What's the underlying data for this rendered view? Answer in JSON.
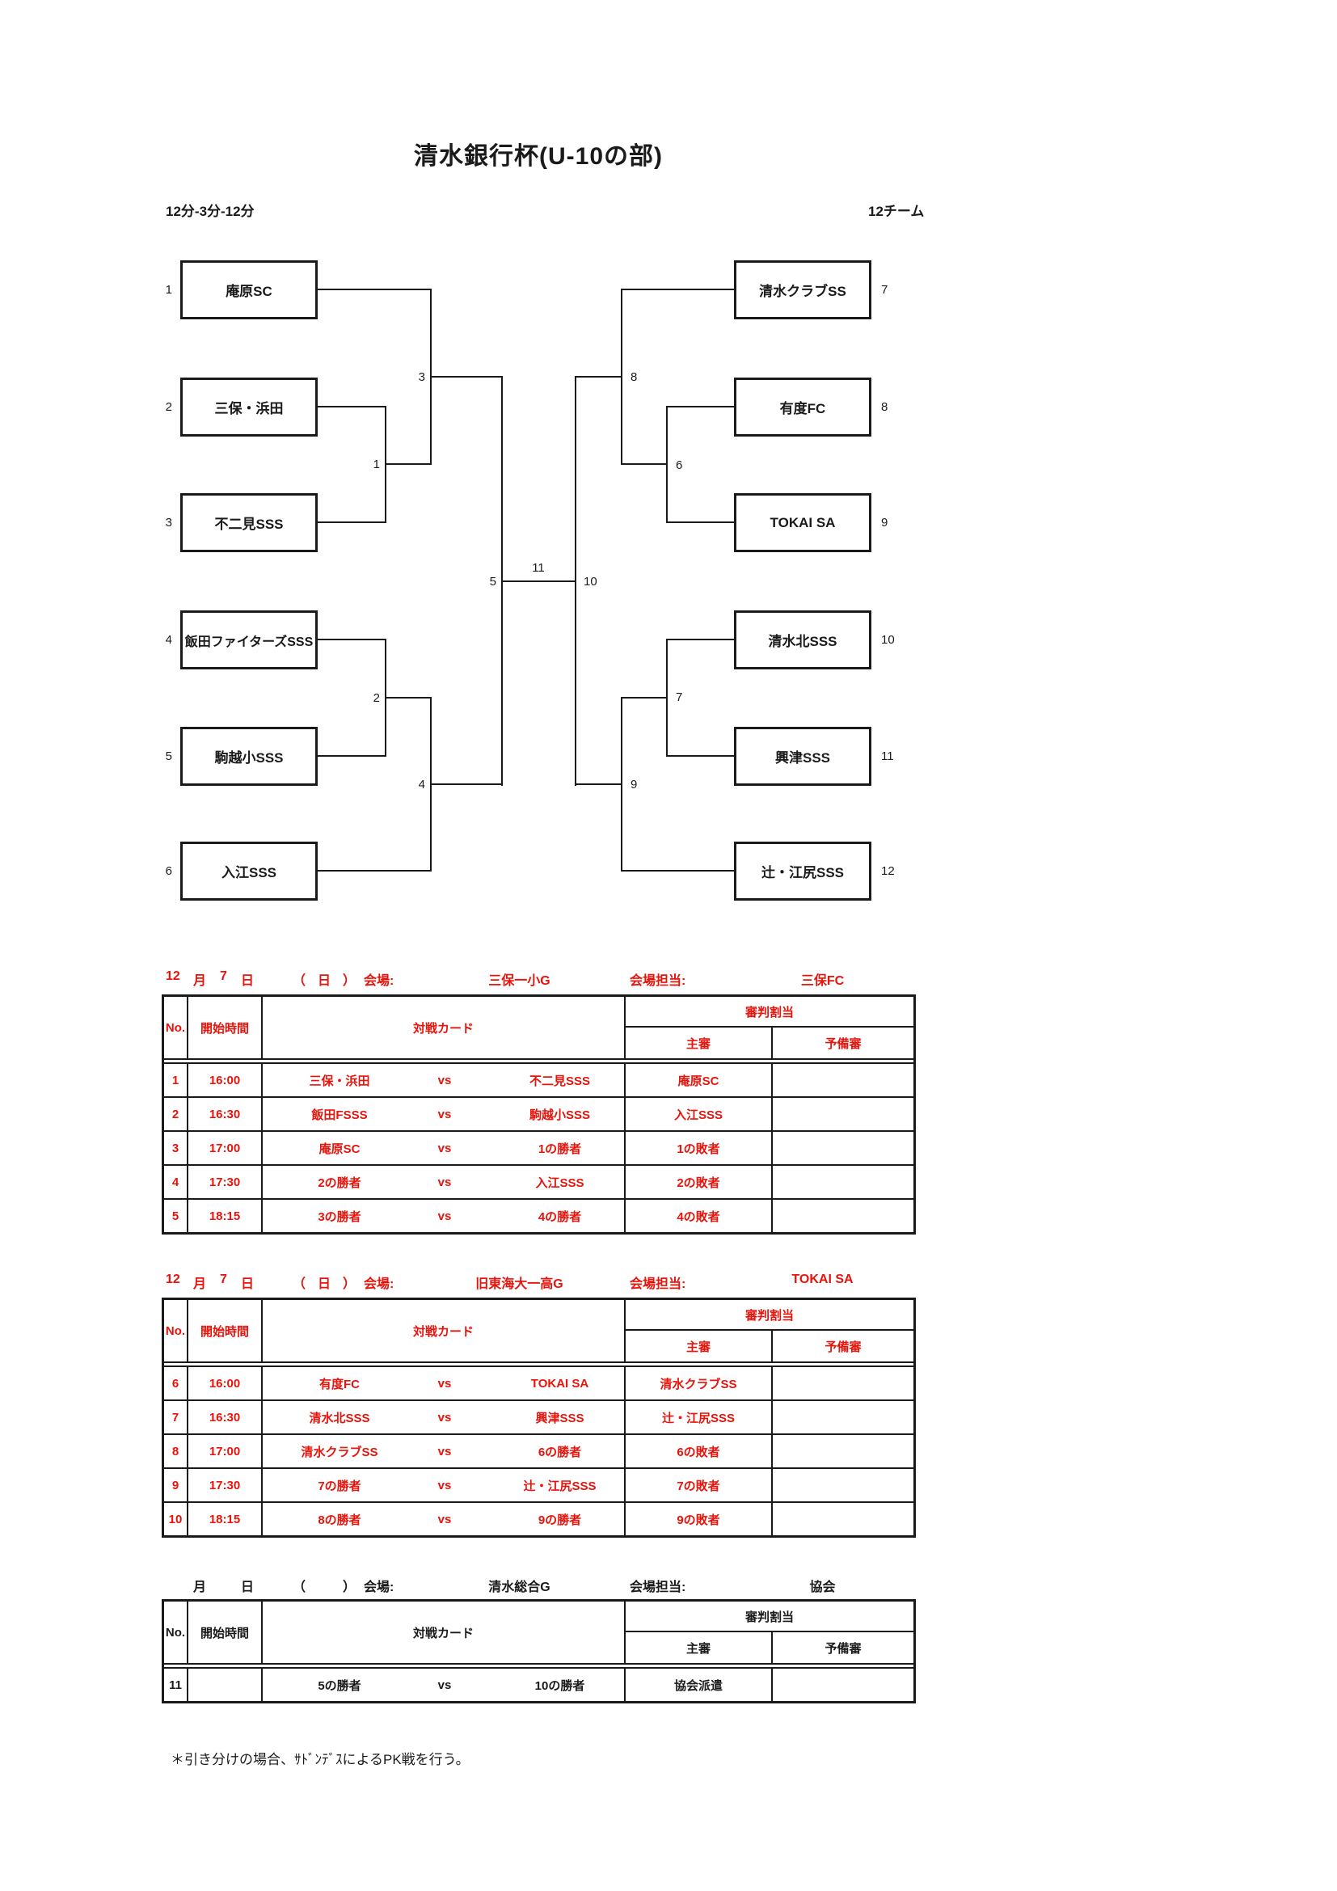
{
  "colors": {
    "accent_red": "#e8130b",
    "ink": "#1a1a1a"
  },
  "page": {
    "title": "清水銀行杯(U-10の部)",
    "match_format": "12分-3分-12分",
    "team_count": "12チーム",
    "footer_note": "＊引き分けの場合、ｻﾄﾞﾝﾃﾞｽによるPK戦を行う。"
  },
  "bracket": {
    "left_teams": [
      {
        "seed": "1",
        "name": "庵原SC"
      },
      {
        "seed": "2",
        "name": "三保・浜田"
      },
      {
        "seed": "3",
        "name": "不二見SSS"
      },
      {
        "seed": "4",
        "name": "飯田ファイターズSSS"
      },
      {
        "seed": "5",
        "name": "駒越小SSS"
      },
      {
        "seed": "6",
        "name": "入江SSS"
      }
    ],
    "right_teams": [
      {
        "seed": "7",
        "name": "清水クラブSS"
      },
      {
        "seed": "8",
        "name": "有度FC"
      },
      {
        "seed": "9",
        "name": "TOKAI SA"
      },
      {
        "seed": "10",
        "name": "清水北SSS"
      },
      {
        "seed": "11",
        "name": "興津SSS"
      },
      {
        "seed": "12",
        "name": "辻・江尻SSS"
      }
    ],
    "match_labels": {
      "m1": "1",
      "m2": "2",
      "m3": "3",
      "m4": "4",
      "m5": "5",
      "m6": "6",
      "m7": "7",
      "m8": "8",
      "m9": "9",
      "m10": "10",
      "final": "11"
    }
  },
  "table_header": {
    "no": "No.",
    "time": "開始時間",
    "card": "対戦カード",
    "referee": "審判割当",
    "chief": "主審",
    "reserve": "予備審"
  },
  "tables": [
    {
      "caption": {
        "month_num": "12",
        "month": "月",
        "day_num": "7",
        "day": "日",
        "paren_open": "（",
        "weekday": "日",
        "paren_close": "）",
        "venue_label": "会場:",
        "venue": "三保一小G",
        "manager_label": "会場担当:",
        "manager": "三保FC"
      },
      "rows": [
        {
          "no": "1",
          "time": "16:00",
          "team1": "三保・浜田",
          "vs": "vs",
          "team2": "不二見SSS",
          "chief": "庵原SC",
          "reserve": ""
        },
        {
          "no": "2",
          "time": "16:30",
          "team1": "飯田FSSS",
          "vs": "vs",
          "team2": "駒越小SSS",
          "chief": "入江SSS",
          "reserve": ""
        },
        {
          "no": "3",
          "time": "17:00",
          "team1": "庵原SC",
          "vs": "vs",
          "team2": "1の勝者",
          "chief": "1の敗者",
          "reserve": ""
        },
        {
          "no": "4",
          "time": "17:30",
          "team1": "2の勝者",
          "vs": "vs",
          "team2": "入江SSS",
          "chief": "2の敗者",
          "reserve": ""
        },
        {
          "no": "5",
          "time": "18:15",
          "team1": "3の勝者",
          "vs": "vs",
          "team2": "4の勝者",
          "chief": "4の敗者",
          "reserve": ""
        }
      ]
    },
    {
      "caption": {
        "month_num": "12",
        "month": "月",
        "day_num": "7",
        "day": "日",
        "paren_open": "（",
        "weekday": "日",
        "paren_close": "）",
        "venue_label": "会場:",
        "venue": "旧東海大一高G",
        "manager_label": "会場担当:",
        "manager": "TOKAI SA"
      },
      "rows": [
        {
          "no": "6",
          "time": "16:00",
          "team1": "有度FC",
          "vs": "vs",
          "team2": "TOKAI SA",
          "chief": "清水クラブSS",
          "reserve": ""
        },
        {
          "no": "7",
          "time": "16:30",
          "team1": "清水北SSS",
          "vs": "vs",
          "team2": "興津SSS",
          "chief": "辻・江尻SSS",
          "reserve": ""
        },
        {
          "no": "8",
          "time": "17:00",
          "team1": "清水クラブSS",
          "vs": "vs",
          "team2": "6の勝者",
          "chief": "6の敗者",
          "reserve": ""
        },
        {
          "no": "9",
          "time": "17:30",
          "team1": "7の勝者",
          "vs": "vs",
          "team2": "辻・江尻SSS",
          "chief": "7の敗者",
          "reserve": ""
        },
        {
          "no": "10",
          "time": "18:15",
          "team1": "8の勝者",
          "vs": "vs",
          "team2": "9の勝者",
          "chief": "9の敗者",
          "reserve": ""
        }
      ]
    },
    {
      "caption": {
        "month_num": "",
        "month": "月",
        "day_num": "",
        "day": "日",
        "paren_open": "（",
        "weekday": "",
        "paren_close": "）",
        "venue_label": "会場:",
        "venue": "清水総合G",
        "manager_label": "会場担当:",
        "manager": "協会"
      },
      "rows": [
        {
          "no": "11",
          "time": "",
          "team1": "5の勝者",
          "vs": "vs",
          "team2": "10の勝者",
          "chief": "協会派遣",
          "reserve": ""
        }
      ]
    }
  ]
}
